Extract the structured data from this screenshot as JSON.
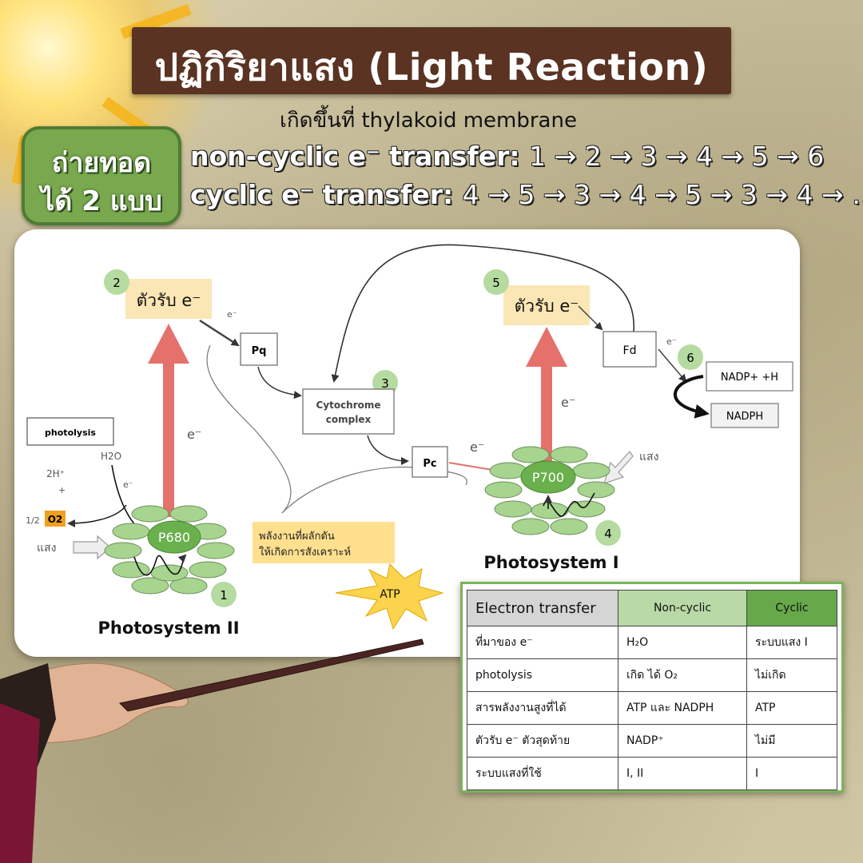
{
  "header": {
    "title": "ปฏิกิริยาแสง (Light Reaction)",
    "subtitle": "เกิดขึ้นที่ thylakoid membrane"
  },
  "badge": {
    "line1": "ถ่ายทอด",
    "line2": "ได้ 2 แบบ"
  },
  "pathways": {
    "noncyclic_label": "non-cyclic e⁻ transfer:",
    "noncyclic_sequence": "1 → 2 → 3 → 4 → 5 → 6",
    "cyclic_label": "cyclic e⁻ transfer:",
    "cyclic_sequence": "4 → 5 → 3 → 4 → 5 → 3 → 4 → …"
  },
  "diagram": {
    "numbers": [
      "1",
      "2",
      "3",
      "4",
      "5",
      "6"
    ],
    "acceptor_label": "ตัวรับ e⁻",
    "e_small": "e⁻",
    "pq": "Pq",
    "cytochrome_line1": "Cytochrome",
    "cytochrome_line2": "complex",
    "pc": "Pc",
    "fd": "Fd",
    "nadp_plus": "NADP+ +H",
    "nadph": "NADPH",
    "photolysis": "photolysis",
    "h2o": "H2O",
    "two_h": "2H⁺",
    "plus": "+",
    "half": "1/2",
    "o2": "O2",
    "light": "แสง",
    "p680": "P680",
    "p700": "P700",
    "energy_line1": "พลังงานที่ผลักดัน",
    "energy_line2": "ให้เกิดการสังเคราะห์",
    "atp": "ATP",
    "ps2": "Photosystem II",
    "ps1": "Photosystem I",
    "colors": {
      "big_arrow": "#e5716c",
      "leaf_green": "#a7d48f",
      "reaction_center": "#6ab04c",
      "number_circle": "#b5dba0",
      "acceptor_box": "#fbe6b5",
      "energy_box": "#ffe08f",
      "atp_star": "#fbd34d"
    }
  },
  "table": {
    "headers": [
      "Electron transfer",
      "Non-cyclic",
      "Cyclic"
    ],
    "rows": [
      [
        "ที่มาของ e⁻",
        "H₂O",
        "ระบบแสง I"
      ],
      [
        "photolysis",
        "เกิด ได้ O₂",
        "ไม่เกิด"
      ],
      [
        "สารพลังงานสูงที่ได้",
        "ATP และ NADPH",
        "ATP"
      ],
      [
        "ตัวรับ e⁻ ตัวสุดท้าย",
        "NADP⁺",
        "ไม่มี"
      ],
      [
        "ระบบแสงที่ใช้",
        "I, II",
        "I"
      ]
    ]
  }
}
